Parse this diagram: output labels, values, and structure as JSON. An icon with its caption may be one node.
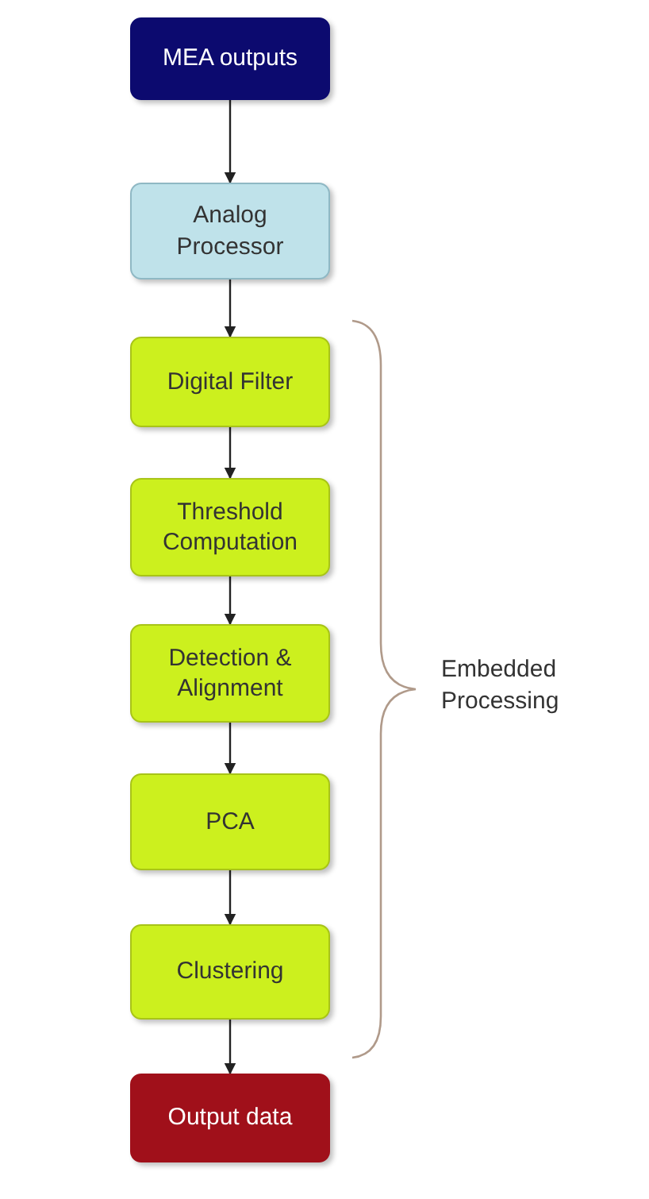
{
  "diagram": {
    "nodes": [
      {
        "text": [
          "MEA outputs"
        ]
      },
      {
        "text": [
          "Analog Processor"
        ]
      },
      {
        "text": [
          "Digital Filter"
        ]
      },
      {
        "text": [
          "Threshold Computation"
        ]
      },
      {
        "text": [
          "Detection & Alignment"
        ]
      },
      {
        "text": [
          "PCA"
        ]
      },
      {
        "text": [
          "Clustering"
        ]
      },
      {
        "text": [
          "Output data"
        ]
      }
    ],
    "edges": [
      {
        "from": 0,
        "to": 1,
        "arrow": "to"
      },
      {
        "from": 1,
        "to": 2,
        "arrow": "to"
      },
      {
        "from": 2,
        "to": 3,
        "arrow": "to"
      },
      {
        "from": 3,
        "to": 4,
        "arrow": "to"
      },
      {
        "from": 4,
        "to": 5,
        "arrow": "to"
      },
      {
        "from": 5,
        "to": 6,
        "arrow": "to"
      },
      {
        "from": 6,
        "to": 7,
        "arrow": "to"
      }
    ],
    "labels": [
      "Embedded Processing"
    ]
  }
}
